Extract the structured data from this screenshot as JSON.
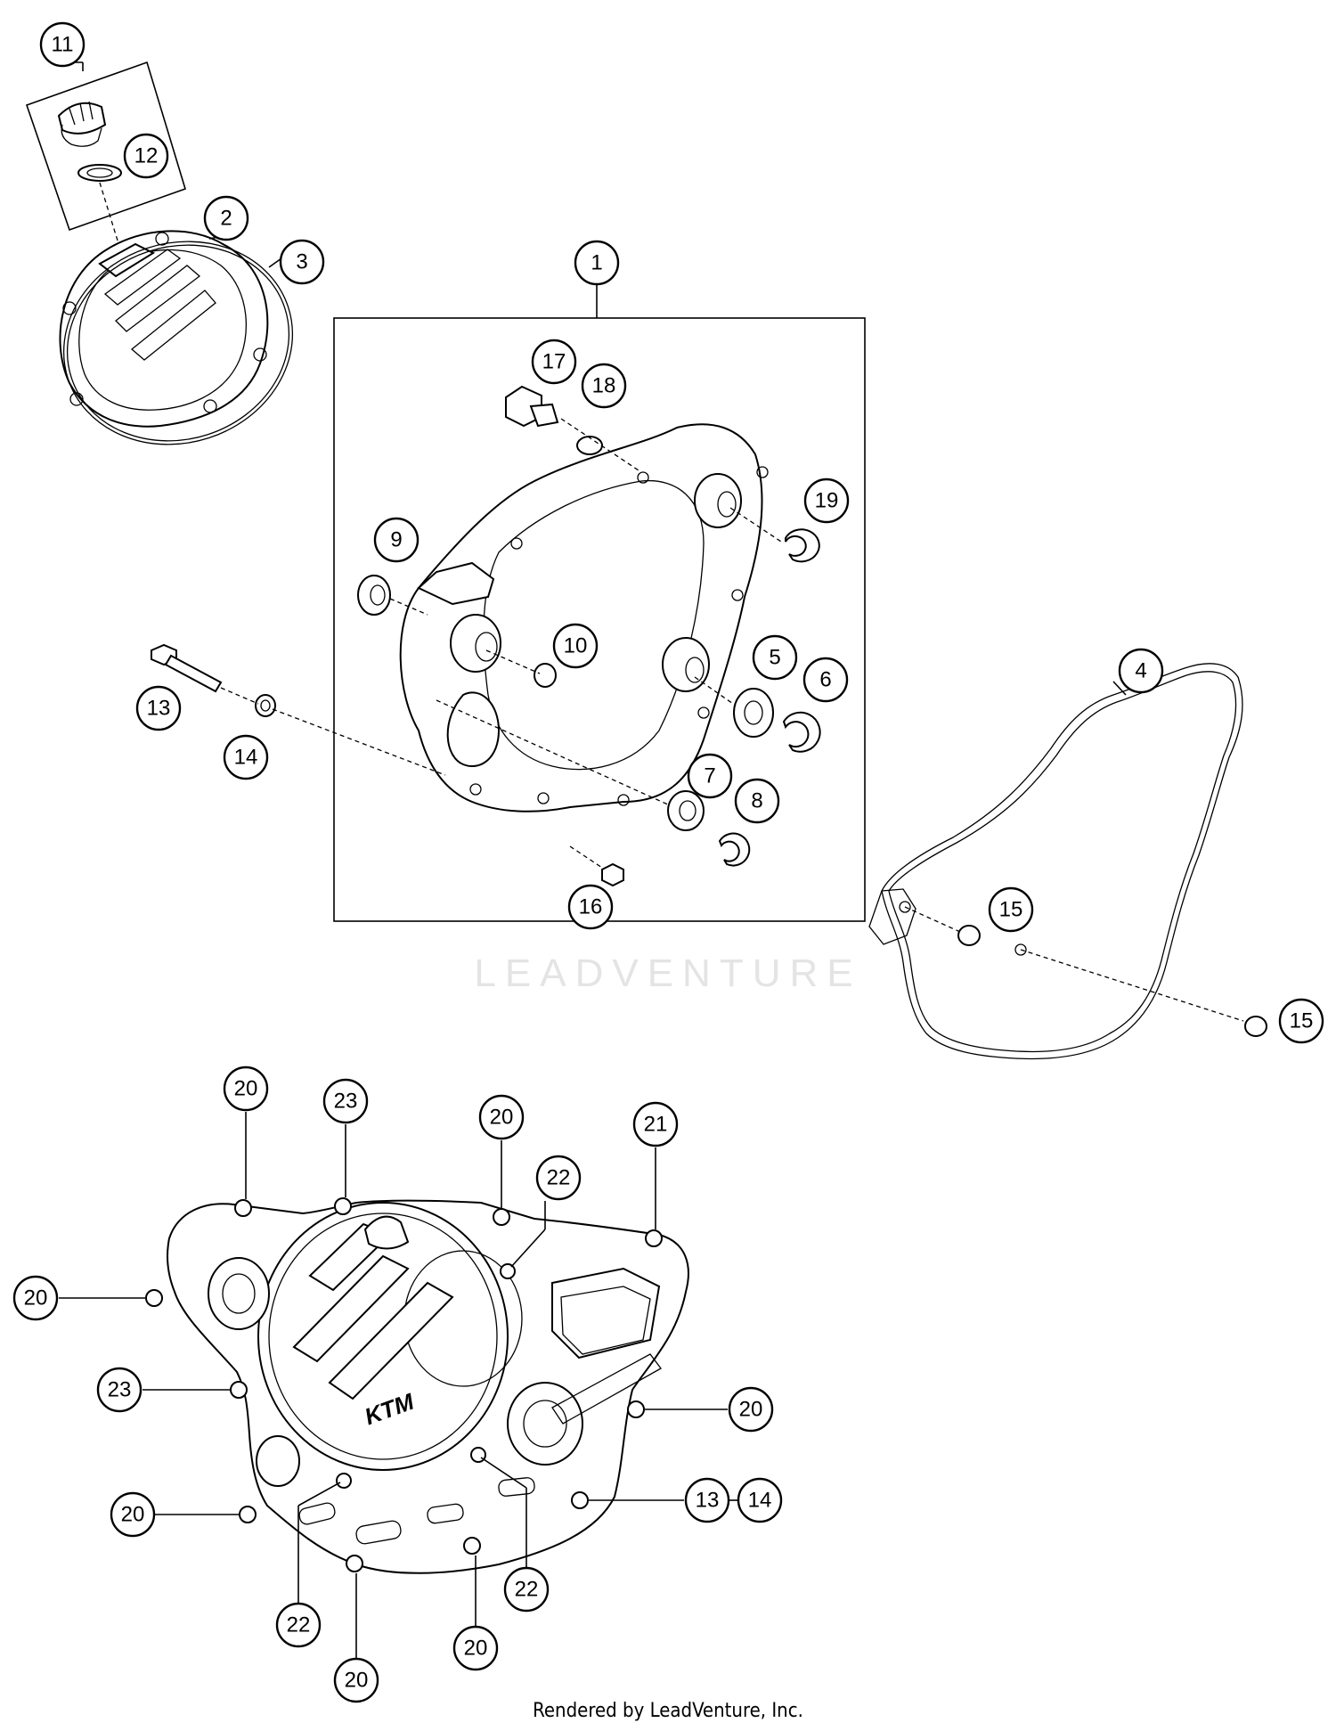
{
  "watermark": "LEADVENTURE",
  "footer": "Rendered by LeadVenture, Inc.",
  "callouts": [
    {
      "id": "c11",
      "label": "11"
    },
    {
      "id": "c12",
      "label": "12"
    },
    {
      "id": "c2",
      "label": "2"
    },
    {
      "id": "c3",
      "label": "3"
    },
    {
      "id": "c1",
      "label": "1"
    },
    {
      "id": "c17",
      "label": "17"
    },
    {
      "id": "c18",
      "label": "18"
    },
    {
      "id": "c19",
      "label": "19"
    },
    {
      "id": "c9",
      "label": "9"
    },
    {
      "id": "c10",
      "label": "10"
    },
    {
      "id": "c5",
      "label": "5"
    },
    {
      "id": "c6",
      "label": "6"
    },
    {
      "id": "c7",
      "label": "7"
    },
    {
      "id": "c8",
      "label": "8"
    },
    {
      "id": "c16",
      "label": "16"
    },
    {
      "id": "c13a",
      "label": "13"
    },
    {
      "id": "c14a",
      "label": "14"
    },
    {
      "id": "c4",
      "label": "4"
    },
    {
      "id": "c15a",
      "label": "15"
    },
    {
      "id": "c15b",
      "label": "15"
    },
    {
      "id": "c20a",
      "label": "20"
    },
    {
      "id": "c23a",
      "label": "23"
    },
    {
      "id": "c20b",
      "label": "20"
    },
    {
      "id": "c22a",
      "label": "22"
    },
    {
      "id": "c21",
      "label": "21"
    },
    {
      "id": "c20c",
      "label": "20"
    },
    {
      "id": "c23b",
      "label": "23"
    },
    {
      "id": "c20d",
      "label": "20"
    },
    {
      "id": "c13b",
      "label": "13"
    },
    {
      "id": "c14b",
      "label": "14"
    },
    {
      "id": "c20e",
      "label": "20"
    },
    {
      "id": "c22b",
      "label": "22"
    },
    {
      "id": "c22c",
      "label": "22"
    },
    {
      "id": "c20f",
      "label": "20"
    },
    {
      "id": "c20g",
      "label": "20"
    }
  ],
  "cover_logo": "KTM"
}
